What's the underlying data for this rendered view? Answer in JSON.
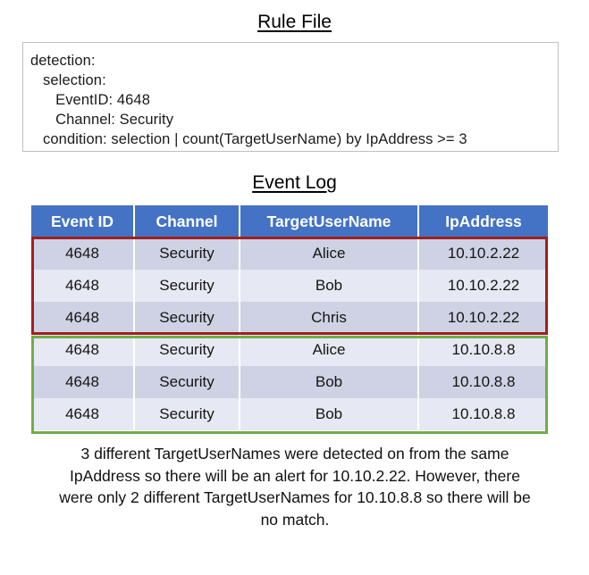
{
  "sections": {
    "rule_title": "Rule File",
    "log_title": "Event Log"
  },
  "rule_file": {
    "lines": [
      "detection:",
      "   selection:",
      "      EventID: 4648",
      "      Channel: Security",
      "   condition: selection | count(TargetUserName) by IpAddress >= 3"
    ]
  },
  "event_log": {
    "columns": [
      "Event ID",
      "Channel",
      "TargetUserName",
      "IpAddress"
    ],
    "rows": [
      [
        "4648",
        "Security",
        "Alice",
        "10.10.2.22"
      ],
      [
        "4648",
        "Security",
        "Bob",
        "10.10.2.22"
      ],
      [
        "4648",
        "Security",
        "Chris",
        "10.10.2.22"
      ],
      [
        "4648",
        "Security",
        "Alice",
        "10.10.8.8"
      ],
      [
        "4648",
        "Security",
        "Bob",
        "10.10.8.8"
      ],
      [
        "4648",
        "Security",
        "Bob",
        "10.10.8.8"
      ]
    ]
  },
  "highlights": {
    "match_group": {
      "color": "#a01f1f",
      "row_indexes": [
        0,
        1,
        2
      ],
      "ip": "10.10.2.22",
      "distinct_users": 3,
      "result": "alert"
    },
    "no_match_group": {
      "color": "#70ad47",
      "row_indexes": [
        3,
        4,
        5
      ],
      "ip": "10.10.8.8",
      "distinct_users": 2,
      "result": "no match"
    }
  },
  "caption": {
    "text": "3 different TargetUserNames were detected on from the same IpAddress so there will be an alert for 10.10.2.22. However, there were only 2 different TargetUserNames for 10.10.8.8 so there will be no match."
  },
  "colors": {
    "header_blue": "#4472C4",
    "row_dark": "#ced2e4",
    "row_light": "#e6e8f3",
    "box_border": "#bfbfbf",
    "highlight_red": "#a01f1f",
    "highlight_green": "#70ad47"
  }
}
